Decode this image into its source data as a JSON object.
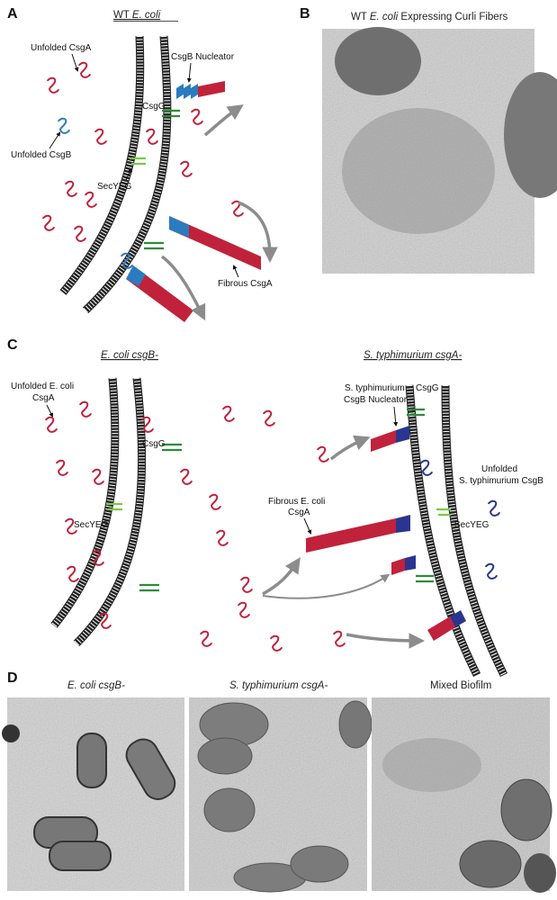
{
  "panels": {
    "a": {
      "letter": "A",
      "title_italic": "E. coli",
      "title_prefix": "WT ",
      "labels": {
        "unfolded_csga": "Unfolded CsgA",
        "unfolded_csgb": "Unfolded CsgB",
        "csgb_nucleator": "CsgB Nucleator",
        "csgg": "CsgG",
        "secyeg": "SecYEG",
        "fibrous_csga": "Fibrous CsgA"
      }
    },
    "b": {
      "letter": "B",
      "title_prefix": "WT ",
      "title_italic": "E. coli",
      "title_suffix": " Expressing Curli Fibers"
    },
    "c": {
      "letter": "C",
      "left_title": "E. coli csgB-",
      "right_title": "S. typhimurium csgA-",
      "labels": {
        "unfolded_ecoli_1": "Unfolded E. coli",
        "unfolded_ecoli_2": "CsgA",
        "csgg_left": "CsgG",
        "secyeg_left": "SecYEG",
        "fibrous_1": "Fibrous E. coli",
        "fibrous_2": "CsgA",
        "sty_nucleator_1": "S. typhimurium",
        "sty_nucleator_2": "CsgB Nucleator",
        "csgg_right": "CsgG",
        "unfolded_sty_1": "Unfolded",
        "unfolded_sty_2": "S. typhimurium CsgB",
        "secyeg_right": "SecYEG"
      }
    },
    "d": {
      "letter": "D",
      "titles": [
        "E. coli csgB-",
        "S. typhimurium csgA-",
        "Mixed Biofilm"
      ]
    }
  },
  "colors": {
    "csga_red": "#c0223b",
    "csgb_blue": "#2b7bbf",
    "sty_blue": "#2a3590",
    "csgg_green": "#2e8b3a",
    "secyeg_green": "#7ac943",
    "arrow_gray": "#8c8c8c"
  }
}
